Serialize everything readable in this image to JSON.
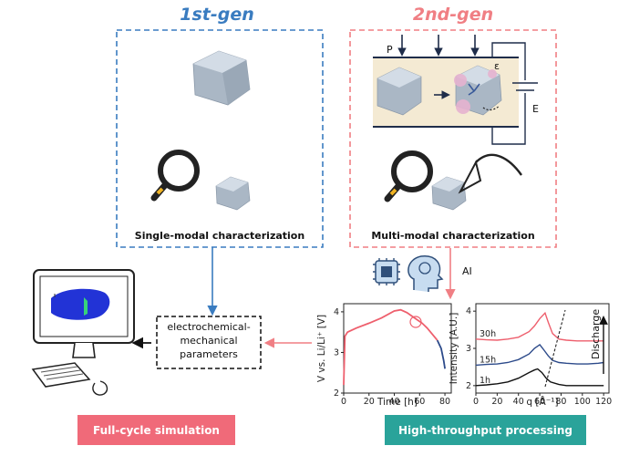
{
  "first_gen": {
    "title": "1st-gen",
    "caption": "Single-modal characterization"
  },
  "second_gen": {
    "title": "2nd-gen",
    "caption": "Multi-modal characterization",
    "label_p": "P",
    "label_e": "E",
    "label_eps": "ε"
  },
  "ai": {
    "label": "AI"
  },
  "params": {
    "line1": "electrochemical-",
    "line2": "mechanical",
    "line3": "parameters"
  },
  "buttons": {
    "simulation": "Full-cycle simulation",
    "processing": "High-throughput processing"
  },
  "colors": {
    "blue": "#3a7cc0",
    "pink": "#f07f84",
    "sim_button": "#f06a79",
    "proc_button": "#2aa39a"
  },
  "chart_data": [
    {
      "type": "line",
      "xlabel": "Time [h]",
      "ylabel": "V vs. Li/Li⁺ [V]",
      "xlim": [
        0,
        85
      ],
      "ylim": [
        2,
        4.2
      ],
      "xticks": [
        "0",
        "20",
        "40",
        "60",
        "80"
      ],
      "yticks": [
        "2",
        "3",
        "4"
      ],
      "series": [
        {
          "x": [
            0,
            1,
            3,
            10,
            20,
            30,
            40,
            45,
            50,
            56,
            62,
            66,
            70,
            74,
            77,
            79,
            80
          ],
          "y": [
            2.2,
            3.4,
            3.5,
            3.6,
            3.72,
            3.85,
            4.02,
            4.05,
            3.98,
            3.85,
            3.72,
            3.6,
            3.45,
            3.3,
            3.1,
            2.8,
            2.6
          ]
        }
      ]
    },
    {
      "type": "line",
      "xlabel": "q [Å⁻¹]",
      "ylabel": "Intensity [A.U.]",
      "xlim": [
        0,
        125
      ],
      "ylim": [
        1.8,
        4.2
      ],
      "xticks": [
        "0",
        "20",
        "40",
        "60",
        "80",
        "100",
        "120"
      ],
      "yticks": [
        "2",
        "3",
        "4"
      ],
      "annotation": "Discharge",
      "series": [
        {
          "name": "30h",
          "x": [
            0,
            10,
            20,
            30,
            40,
            50,
            55,
            60,
            65,
            68,
            72,
            78,
            85,
            95,
            105,
            115,
            120
          ],
          "y": [
            3.25,
            3.23,
            3.22,
            3.25,
            3.3,
            3.45,
            3.6,
            3.8,
            3.95,
            3.7,
            3.4,
            3.25,
            3.22,
            3.2,
            3.2,
            3.2,
            3.2
          ]
        },
        {
          "name": "15h",
          "x": [
            0,
            10,
            20,
            30,
            40,
            50,
            55,
            60,
            64,
            68,
            72,
            78,
            85,
            95,
            105,
            115,
            120
          ],
          "y": [
            2.55,
            2.57,
            2.58,
            2.62,
            2.7,
            2.85,
            3.0,
            3.1,
            2.95,
            2.8,
            2.68,
            2.62,
            2.6,
            2.58,
            2.58,
            2.6,
            2.62
          ]
        },
        {
          "name": "1h",
          "x": [
            0,
            10,
            20,
            30,
            40,
            50,
            55,
            58,
            62,
            66,
            70,
            78,
            85,
            95,
            105,
            115,
            120
          ],
          "y": [
            2.0,
            2.02,
            2.05,
            2.1,
            2.2,
            2.35,
            2.42,
            2.45,
            2.35,
            2.2,
            2.1,
            2.03,
            2.0,
            2.0,
            2.0,
            2.0,
            2.0
          ]
        }
      ]
    }
  ]
}
